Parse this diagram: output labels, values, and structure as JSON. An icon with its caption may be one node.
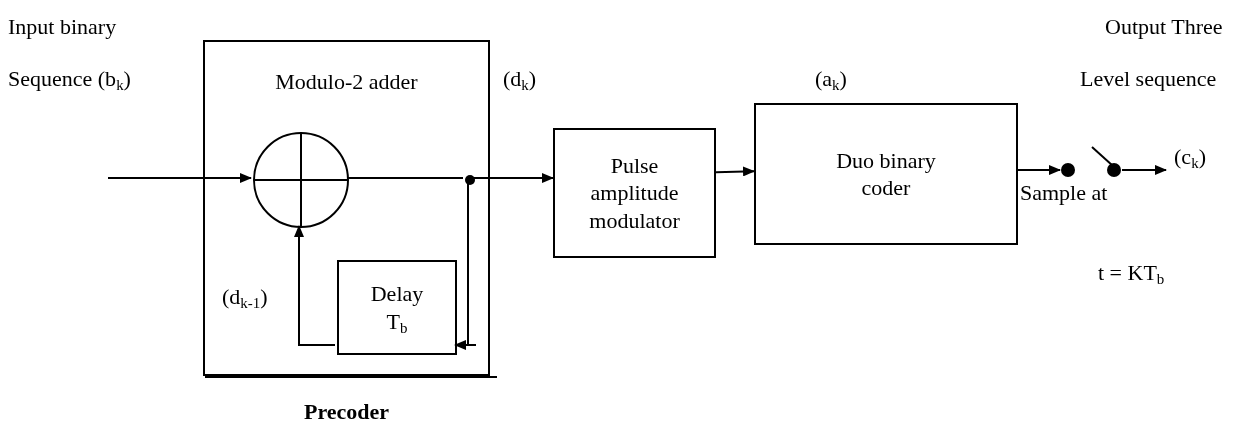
{
  "diagram": {
    "nodes": [
      {
        "text": [
          "Modulo-2 adder",
          "Precoder"
        ]
      },
      {
        "text": [],
        "shape": "circle",
        "in": 0
      },
      {
        "text": [
          "Delay T$_{b}$"
        ],
        "in": 0
      },
      {
        "text": [],
        "shape": "circle",
        "in": 0
      },
      {
        "text": [
          "Pulse amplitude modulator"
        ]
      },
      {
        "text": [
          "Duo binary coder"
        ]
      },
      {
        "text": [],
        "shape": "switch"
      },
      {
        "text": [
          "(c$_{k}$)"
        ]
      }
    ],
    "edges": [
      {
        "from": null,
        "to": 1,
        "arrow": "to"
      },
      {
        "from": 1,
        "to": 3,
        "arrow": "none"
      },
      {
        "from": 3,
        "to": 4,
        "arrow": "to"
      },
      {
        "from": 3,
        "to": 2,
        "arrow": "to"
      },
      {
        "from": 2,
        "to": 1,
        "arrow": "to"
      },
      {
        "from": 4,
        "to": 5,
        "arrow": "to"
      },
      {
        "from": 5,
        "to": 6,
        "arrow": "to"
      },
      {
        "from": 6,
        "to": 7,
        "arrow": "to"
      }
    ],
    "labels": [
      "Input binary",
      "Output Three",
      "Sequence (b$_{k}$)",
      "(d$_{k}$)",
      "(a$_{k}$)",
      "Level sequence",
      "Sample at",
      "(d$_{k-1}$)",
      "t = KT$_{b}$"
    ]
  }
}
